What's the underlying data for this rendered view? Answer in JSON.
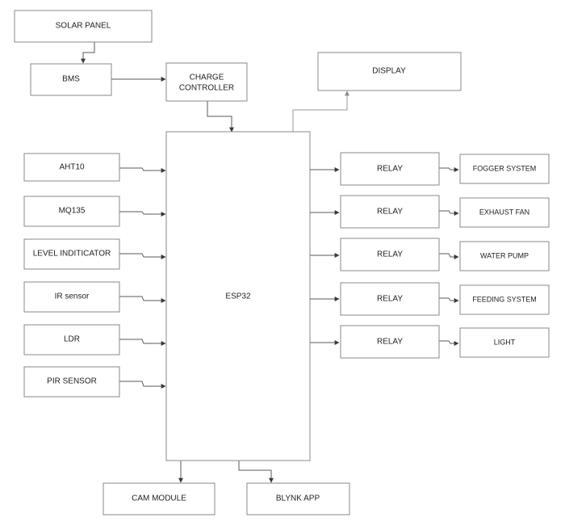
{
  "diagram": {
    "power": {
      "solar_panel": "SOLAR PANEL",
      "bms": "BMS",
      "charge_controller_line1": "CHARGE",
      "charge_controller_line2": "CONTROLLER",
      "display": "DISPLAY"
    },
    "controller": "ESP32",
    "sensors": [
      "AHT10",
      "MQ135",
      "LEVEL INDITICATOR",
      "IR sensor",
      "LDR",
      "PIR SENSOR"
    ],
    "relays": [
      "RELAY",
      "RELAY",
      "RELAY",
      "RELAY",
      "RELAY"
    ],
    "devices": [
      "FOGGER SYSTEM",
      "EXHAUST FAN",
      "WATER PUMP",
      "FEEDING SYSTEM",
      "LIGHT"
    ],
    "outputs": {
      "cam_module": "CAM MODULE",
      "blynk_app": "BLYNK APP"
    }
  }
}
